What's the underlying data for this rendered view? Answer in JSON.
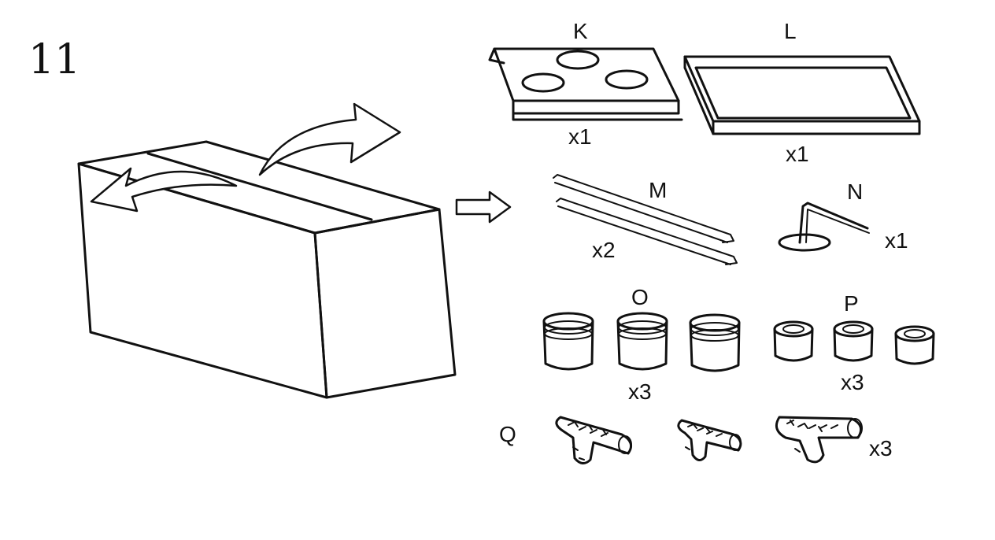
{
  "step_number": "11",
  "parts": [
    {
      "letter": "K",
      "qty": "x1"
    },
    {
      "letter": "L",
      "qty": "x1"
    },
    {
      "letter": "M",
      "qty": "x2"
    },
    {
      "letter": "N",
      "qty": "x1"
    },
    {
      "letter": "O",
      "qty": "x3"
    },
    {
      "letter": "P",
      "qty": "x3"
    },
    {
      "letter": "Q",
      "qty": "x3"
    }
  ],
  "icons": [
    "open-box-icon",
    "flap-arrow-icon",
    "pointer-arrow-icon"
  ],
  "colors": {
    "line": "#111111",
    "background": "#ffffff"
  }
}
